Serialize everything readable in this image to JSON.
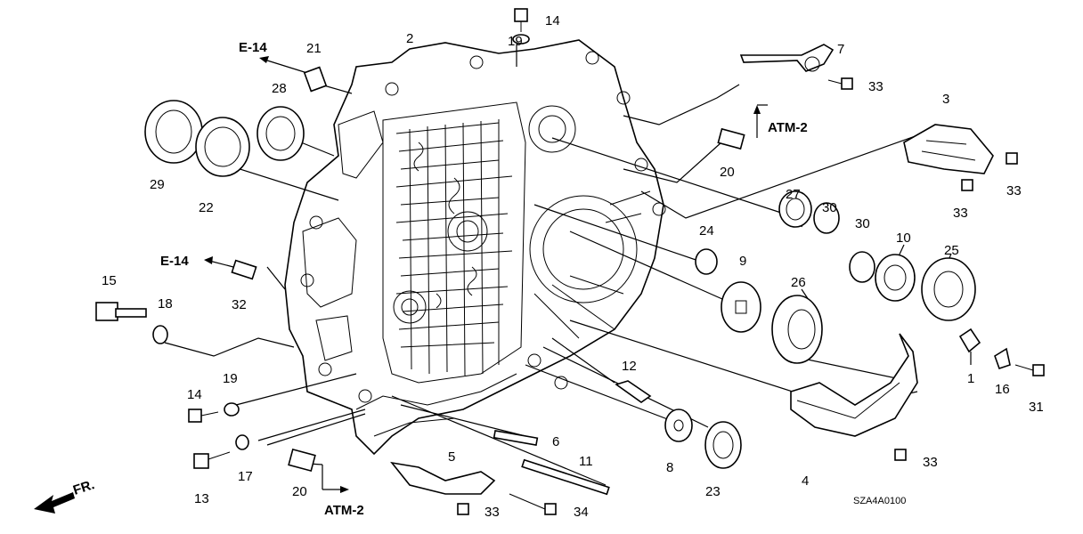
{
  "diagram": {
    "callouts": {
      "c1": "1",
      "c2": "2",
      "c3": "3",
      "c4": "4",
      "c5": "5",
      "c6": "6",
      "c7": "7",
      "c8": "8",
      "c9": "9",
      "c10": "10",
      "c11": "11",
      "c12": "12",
      "c13": "13",
      "c14a": "14",
      "c14b": "14",
      "c15": "15",
      "c16": "16",
      "c17": "17",
      "c18": "18",
      "c19a": "19",
      "c19b": "19",
      "c20a": "20",
      "c20b": "20",
      "c21": "21",
      "c22": "22",
      "c23": "23",
      "c24": "24",
      "c25": "25",
      "c26": "26",
      "c27": "27",
      "c28": "28",
      "c29": "29",
      "c30a": "30",
      "c30b": "30",
      "c31": "31",
      "c32": "32",
      "c33a": "33",
      "c33b": "33",
      "c33c": "33",
      "c33d": "33",
      "c33e": "33",
      "c34": "34"
    },
    "references": {
      "e14_top": "E-14",
      "e14_mid": "E-14",
      "atm2_top": "ATM-2",
      "atm2_bottom": "ATM-2",
      "front": "FR."
    },
    "diagram_code": "SZA4A0100"
  }
}
